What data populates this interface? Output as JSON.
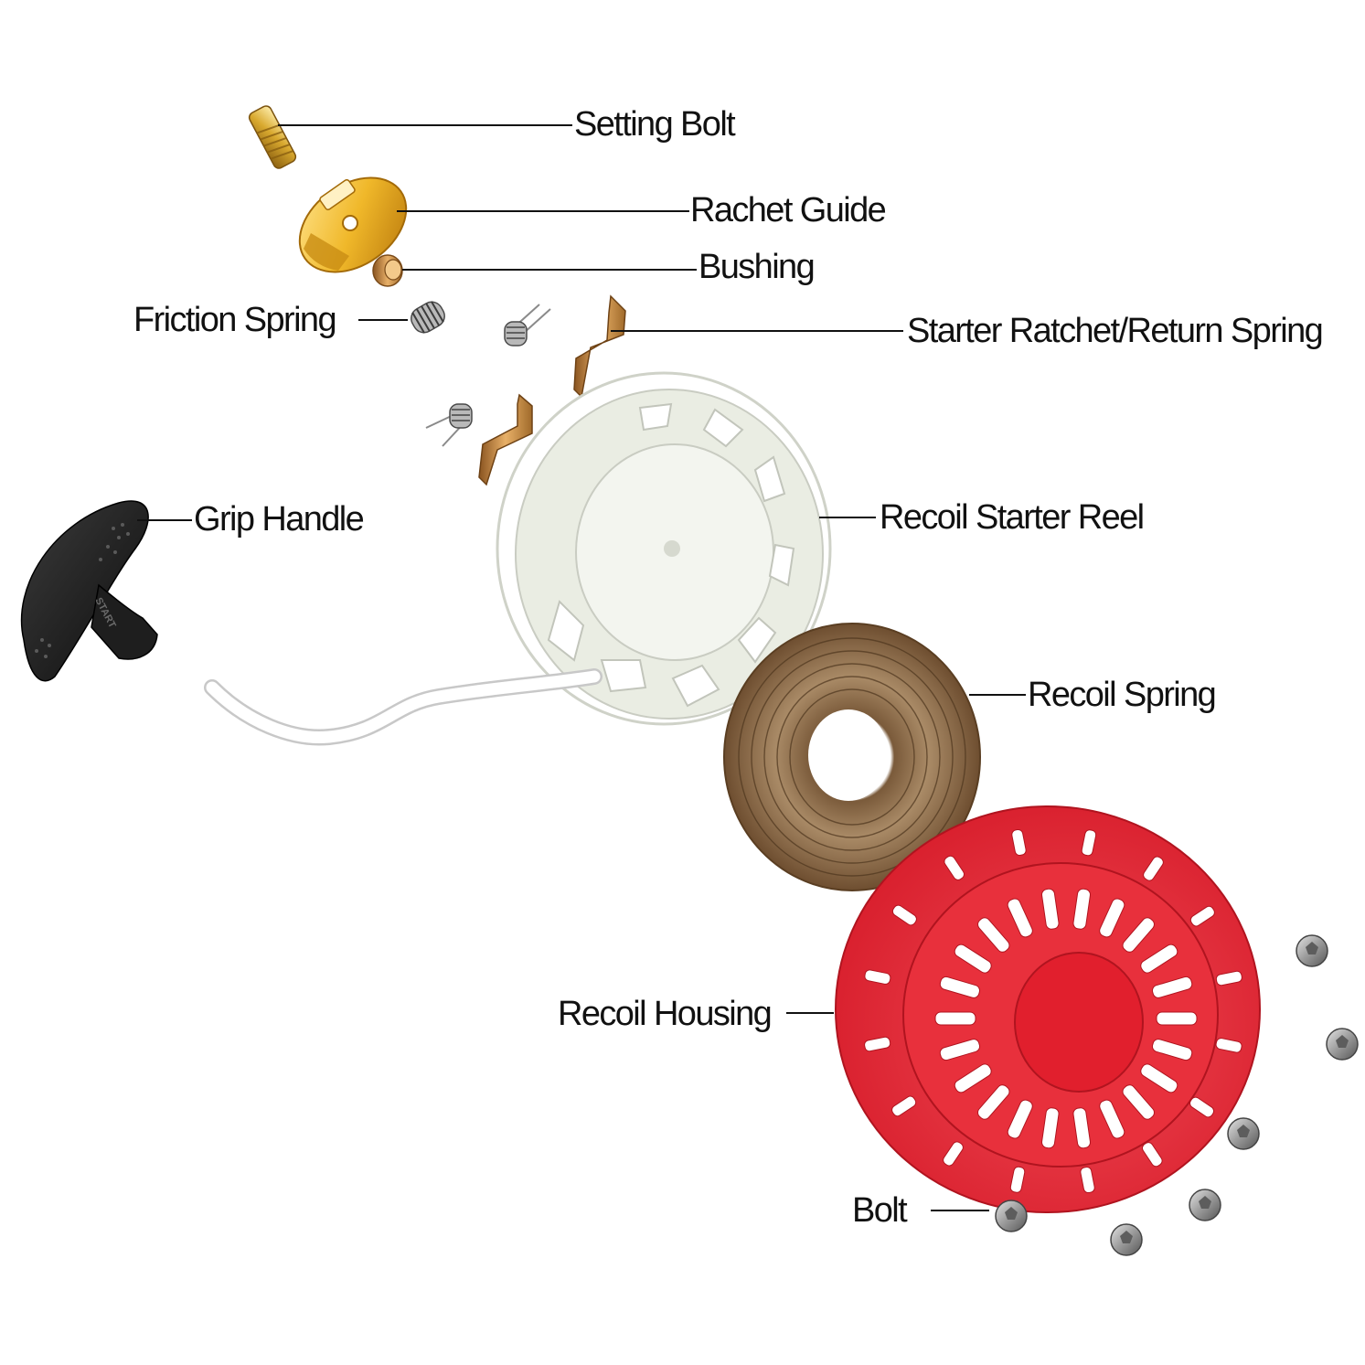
{
  "labels": {
    "setting_bolt": "Setting Bolt",
    "rachet_guide": "Rachet Guide",
    "bushing": "Bushing",
    "friction_spring": "Friction Spring",
    "starter_ratchet": "Starter Ratchet/Return Spring",
    "grip_handle": "Grip Handle",
    "recoil_starter_reel": "Recoil Starter Reel",
    "recoil_spring": "Recoil Spring",
    "recoil_housing": "Recoil Housing",
    "bolt": "Bolt"
  },
  "handle_embossed_text": "START",
  "colors": {
    "brass": "#d9a92f",
    "gold": "#f0b82a",
    "copper": "#b97a3a",
    "reel": "#eaede3",
    "spring": "#8c6a48",
    "housing": "#ee2b38",
    "handle": "#1d1d1d",
    "steel": "#9a9a9a",
    "leader_line": "#111111"
  }
}
